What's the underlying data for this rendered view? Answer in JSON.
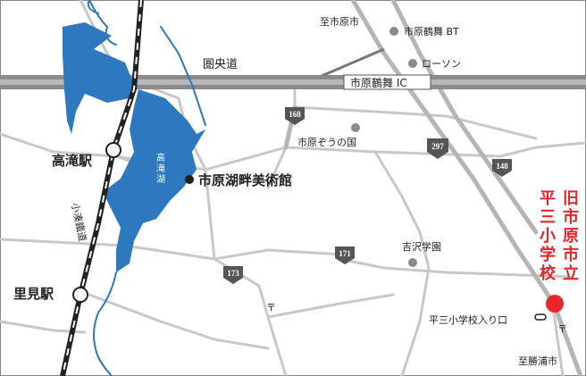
{
  "map": {
    "labels": {
      "to_ichihara": "至市原市",
      "to_katsuura": "至勝浦市",
      "ken_o_do": "圏央道",
      "ic": "市原鶴舞 IC",
      "museum": "市原湖畔美術館",
      "takataki_station": "高滝駅",
      "satomi_station": "里見駅",
      "kominato_line": "小湊鐵道",
      "lake": [
        "高",
        "滝",
        "湖"
      ],
      "tsurumai_bt": "市原鶴舞 BT",
      "lawson": "ローソン",
      "zou_no_kuni": "市原ぞうの国",
      "yoshizawa": "吉沢学園",
      "school_entrance": "平三小学校入り口",
      "post_symbol": "〒"
    },
    "school_vertical_col1": [
      "旧",
      "市",
      "原",
      "市",
      "立"
    ],
    "school_vertical_col2": [
      "平",
      "三",
      "小",
      "学",
      "校"
    ],
    "route_numbers": {
      "r168": "168",
      "r297": "297",
      "r148": "148",
      "r171": "171",
      "r173": "173"
    },
    "colors": {
      "water": "#2e78bf",
      "road": "#c8c8c8",
      "expressway": "#8a8a8a",
      "rail": "#222222",
      "accent_red": "#e8252b",
      "poi_gray": "#8a8a8a"
    }
  }
}
